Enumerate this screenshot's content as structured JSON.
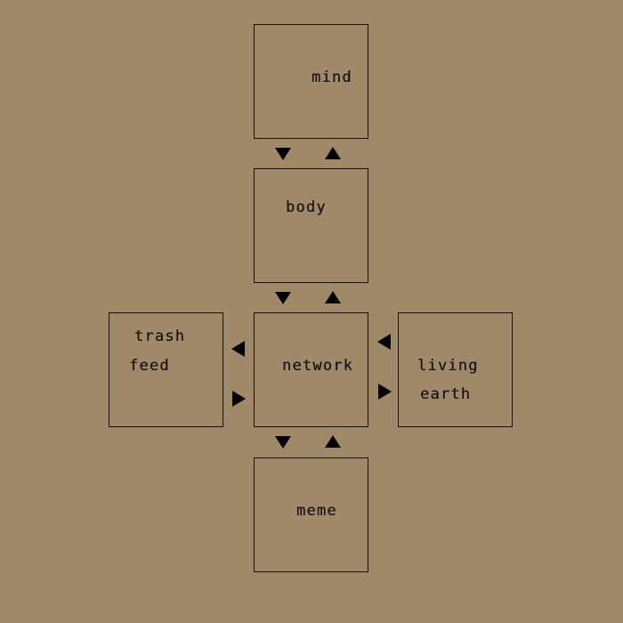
{
  "nodes": {
    "mind": {
      "label": "mind"
    },
    "body": {
      "label": "body"
    },
    "network": {
      "label": "network"
    },
    "trash_feed": {
      "line1": "trash",
      "line2": "feed"
    },
    "living_earth": {
      "line1": "living",
      "line2": "earth"
    },
    "meme": {
      "label": "meme"
    }
  },
  "colors": {
    "background": "#a08969",
    "stroke": "#111111",
    "text": "#161616",
    "arrow": "#000000"
  },
  "icons": {
    "arrow_down": "down-triangle",
    "arrow_up": "up-triangle",
    "arrow_left": "left-triangle",
    "arrow_right": "right-triangle"
  }
}
